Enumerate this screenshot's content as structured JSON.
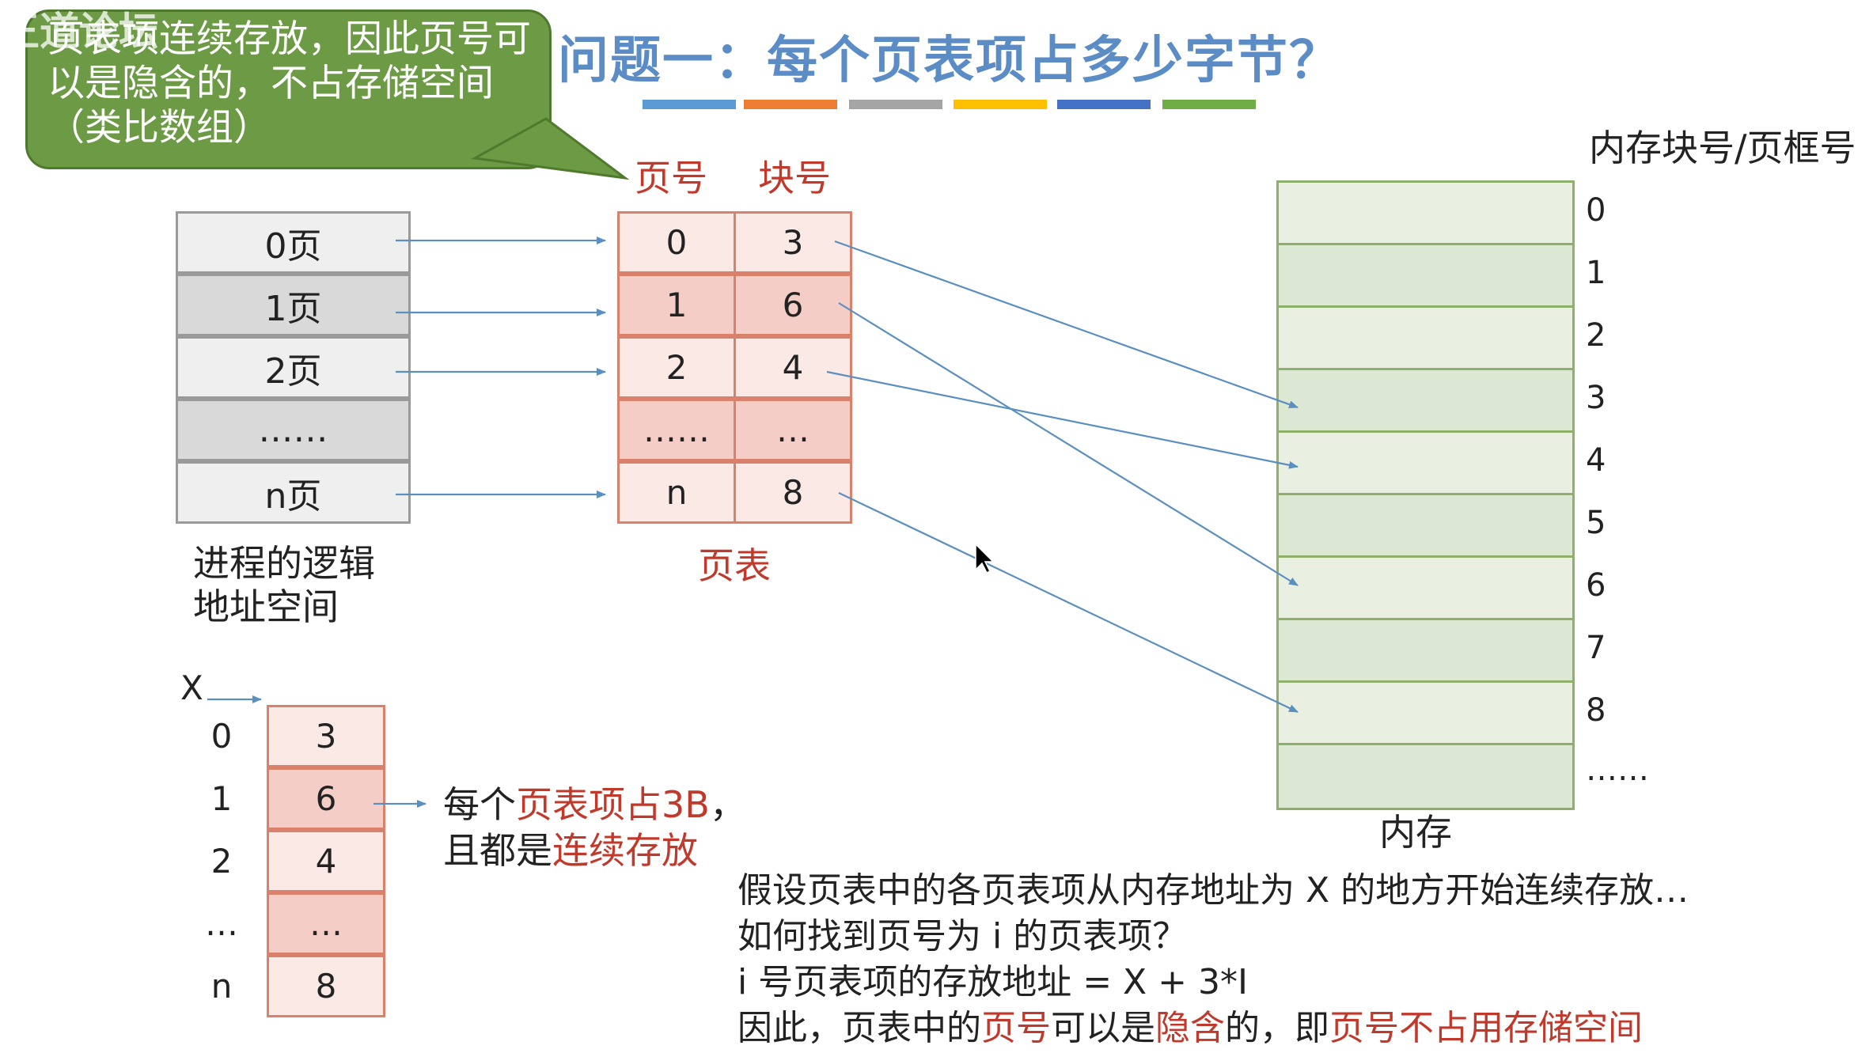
{
  "watermark": "王道论坛",
  "bubble_text": "页表项连续存放，因此页号可以是隐含的，不占存储空间（类比数组）",
  "title": "问题一：每个页表项占多少字节？",
  "title_bar_colors": [
    "#5b9bd5",
    "#ed7d31",
    "#a5a5a5",
    "#ffc000",
    "#4472c4",
    "#70ad47"
  ],
  "logical": {
    "rows": [
      "0页",
      "1页",
      "2页",
      "……",
      "n页"
    ],
    "caption_line1": "进程的逻辑",
    "caption_line2": "地址空间"
  },
  "page_table": {
    "header_page": "页号",
    "header_block": "块号",
    "rows": [
      {
        "page": "0",
        "block": "3"
      },
      {
        "page": "1",
        "block": "6"
      },
      {
        "page": "2",
        "block": "4"
      },
      {
        "page": "……",
        "block": "…"
      },
      {
        "page": "n",
        "block": "8"
      }
    ],
    "caption": "页表"
  },
  "memory": {
    "header": "内存块号/页框号",
    "blocks": [
      "0",
      "1",
      "2",
      "3",
      "4",
      "5",
      "6",
      "7",
      "8"
    ],
    "more": "……",
    "caption": "内存"
  },
  "pte_array": {
    "start_label": "X",
    "indices": [
      "0",
      "1",
      "2",
      "…",
      "n"
    ],
    "values": [
      "3",
      "6",
      "4",
      "…",
      "8"
    ],
    "note_line1_a": "每个",
    "note_line1_b": "页表项占3B",
    "note_line1_c": "，",
    "note_line2_a": "且都是",
    "note_line2_b": "连续存放"
  },
  "explanation": {
    "line1": "假设页表中的各页表项从内存地址为 X 的地方开始连续存放…",
    "line2": "如何找到页号为 i 的页表项？",
    "line3": "i 号页表项的存放地址 = X + 3*I",
    "line4_a": "因此，页表中的",
    "line4_b": "页号",
    "line4_c": "可以是",
    "line4_d": "隐含",
    "line4_e": "的，即",
    "line4_f": "页号不占用存储空间"
  },
  "colors": {
    "accent_red": "#c0392b",
    "title_blue": "#5b8cc6",
    "bubble_green": "#6c9a45",
    "arrow_blue": "#5b8fc0",
    "pt_light": "#fbe9e6",
    "pt_dark": "#f4cdc6",
    "mem_fill": "#dce8d3"
  }
}
